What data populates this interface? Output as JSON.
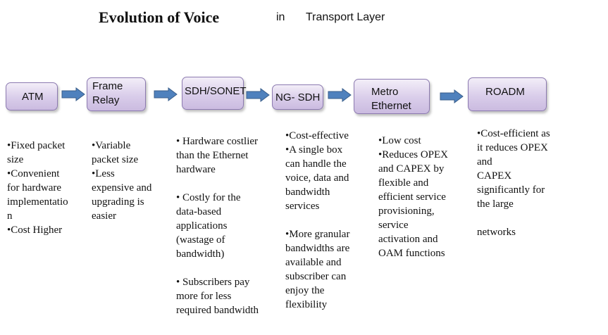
{
  "title": {
    "main": "Evolution of Voice",
    "in": "in",
    "sub": "Transport Layer"
  },
  "stages": [
    {
      "label_lines": [
        "ATM"
      ]
    },
    {
      "label_lines": [
        "Frame",
        "Relay"
      ]
    },
    {
      "label_lines": [
        "SDH/SONET"
      ]
    },
    {
      "label_lines": [
        "NG- SDH"
      ]
    },
    {
      "label_lines": [
        "Metro",
        "Ethernet"
      ]
    },
    {
      "label_lines": [
        "ROADM"
      ]
    }
  ],
  "columns": [
    {
      "lines": [
        "•Fixed packet",
        "size",
        "•Convenient",
        "for hardware",
        "implementatio",
        "n",
        "•Cost Higher"
      ]
    },
    {
      "lines": [
        "•Variable",
        "packet size",
        "•Less",
        "expensive and",
        "upgrading is",
        "easier"
      ]
    },
    {
      "lines": [
        "• Hardware costlier",
        "than the Ethernet",
        "hardware",
        "",
        "• Costly for the",
        "data-based",
        "applications",
        "(wastage of",
        "bandwidth)",
        "",
        "• Subscribers pay",
        "more for less",
        "required bandwidth"
      ]
    },
    {
      "lines": [
        "•Cost-effective",
        "•A single box",
        "can handle the",
        "voice, data and",
        "bandwidth",
        "services",
        "",
        "•More granular",
        "bandwidths are",
        "available and",
        "subscriber can",
        "enjoy the",
        "flexibility"
      ]
    },
    {
      "lines": [
        "•Low cost",
        "•Reduces OPEX",
        "and CAPEX by",
        "flexible and",
        "efficient service",
        "provisioning,",
        "service",
        "activation and",
        "OAM functions"
      ]
    },
    {
      "lines": [
        "•Cost-efficient as",
        "it reduces OPEX",
        "and",
        "CAPEX",
        "significantly for",
        "the large",
        "",
        "networks"
      ]
    }
  ],
  "colors": {
    "box_fill": "#d9cdea",
    "box_border": "#8c7ab0",
    "arrow_fill": "#4f81bd",
    "arrow_border": "#385d8a"
  }
}
